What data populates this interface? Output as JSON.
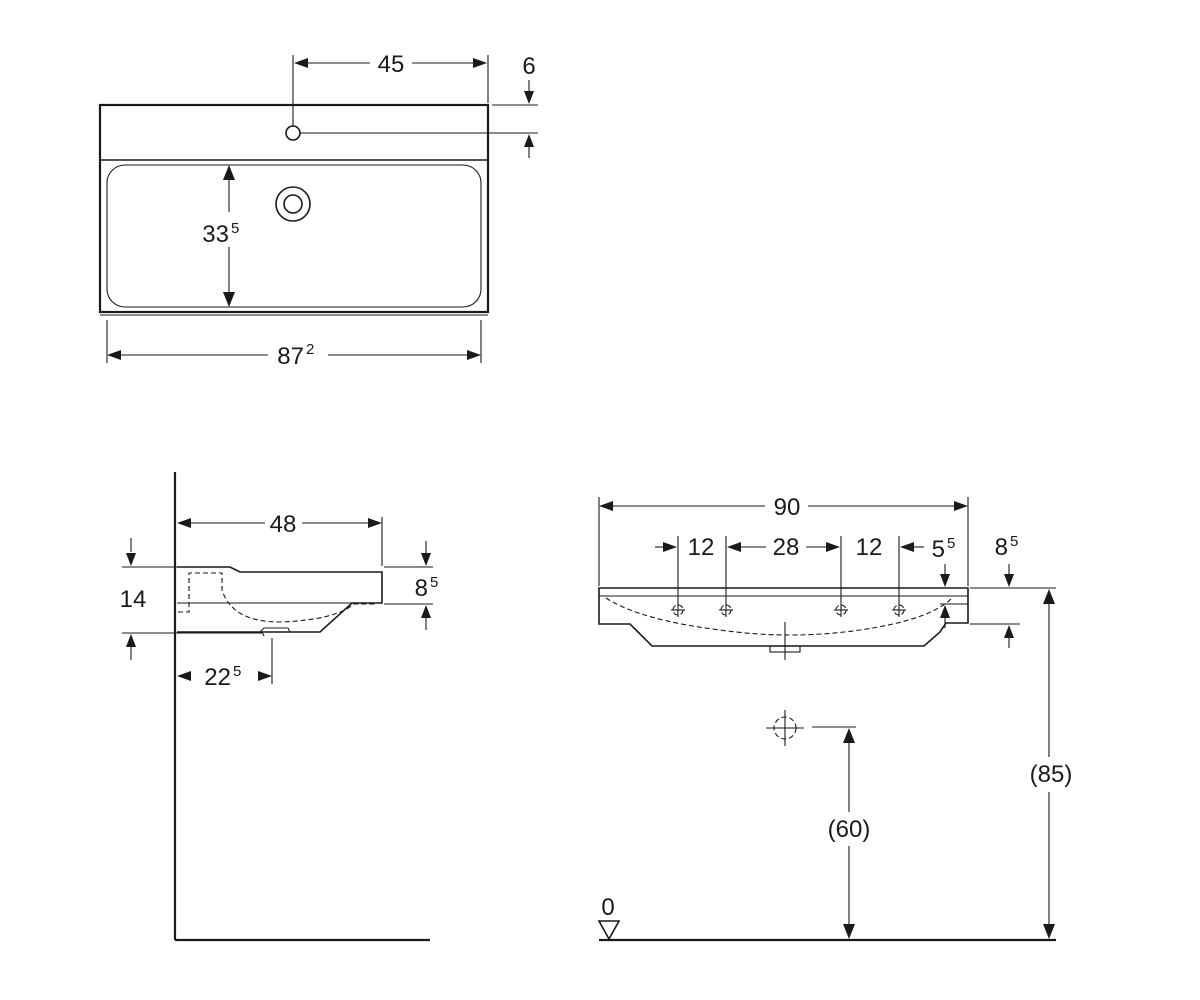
{
  "top_view": {
    "dim_overall_width": "87",
    "dim_overall_width_sup": "2",
    "dim_depth": "33",
    "dim_depth_sup": "5",
    "dim_tap_hole_offset": "45",
    "dim_tap_hole_depth": "6"
  },
  "side_view": {
    "dim_projection": "48",
    "dim_height": "14",
    "dim_rim": "8",
    "dim_rim_sup": "5",
    "dim_waste_offset": "22",
    "dim_waste_offset_sup": "5"
  },
  "front_view": {
    "dim_width": "90",
    "dim_fix_a": "12",
    "dim_fix_b": "28",
    "dim_fix_c": "12",
    "dim_fix_d": "5",
    "dim_fix_d_sup": "5",
    "dim_rim": "8",
    "dim_rim_sup": "5",
    "dim_mount_height": "(85)",
    "dim_waste_height": "(60)",
    "floor_label": "0"
  }
}
